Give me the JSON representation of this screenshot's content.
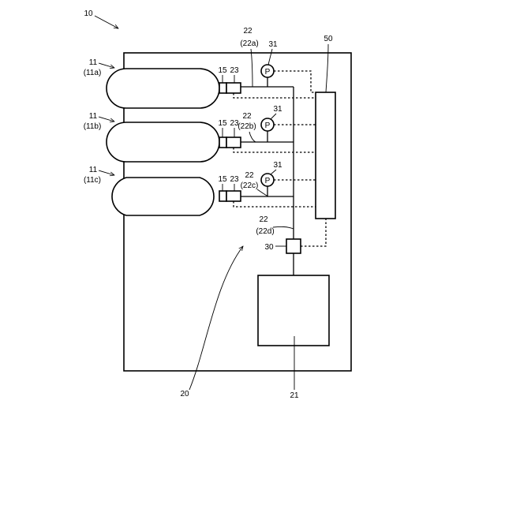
{
  "labels": {
    "system": "10",
    "tank_group": "20",
    "supply_target": "21",
    "valve": "30",
    "controller": "50",
    "tanks": [
      {
        "ref": "11",
        "sub": "(11a)",
        "plug": "15",
        "valve": "23",
        "pipe": "22",
        "pipe_sub": "(22a)",
        "sensor": "31",
        "sensor_glyph": "P"
      },
      {
        "ref": "11",
        "sub": "(11b)",
        "plug": "15",
        "valve": "23",
        "pipe": "22",
        "pipe_sub": "(22b)",
        "sensor": "31",
        "sensor_glyph": "P"
      },
      {
        "ref": "11",
        "sub": "(11c)",
        "plug": "15",
        "valve": "23",
        "pipe": "22",
        "pipe_sub": "(22c)",
        "sensor": "31",
        "sensor_glyph": "P"
      }
    ],
    "main_pipe": "22",
    "main_pipe_sub": "(22d)"
  },
  "colors": {
    "line": "#000000",
    "background": "#ffffff"
  }
}
